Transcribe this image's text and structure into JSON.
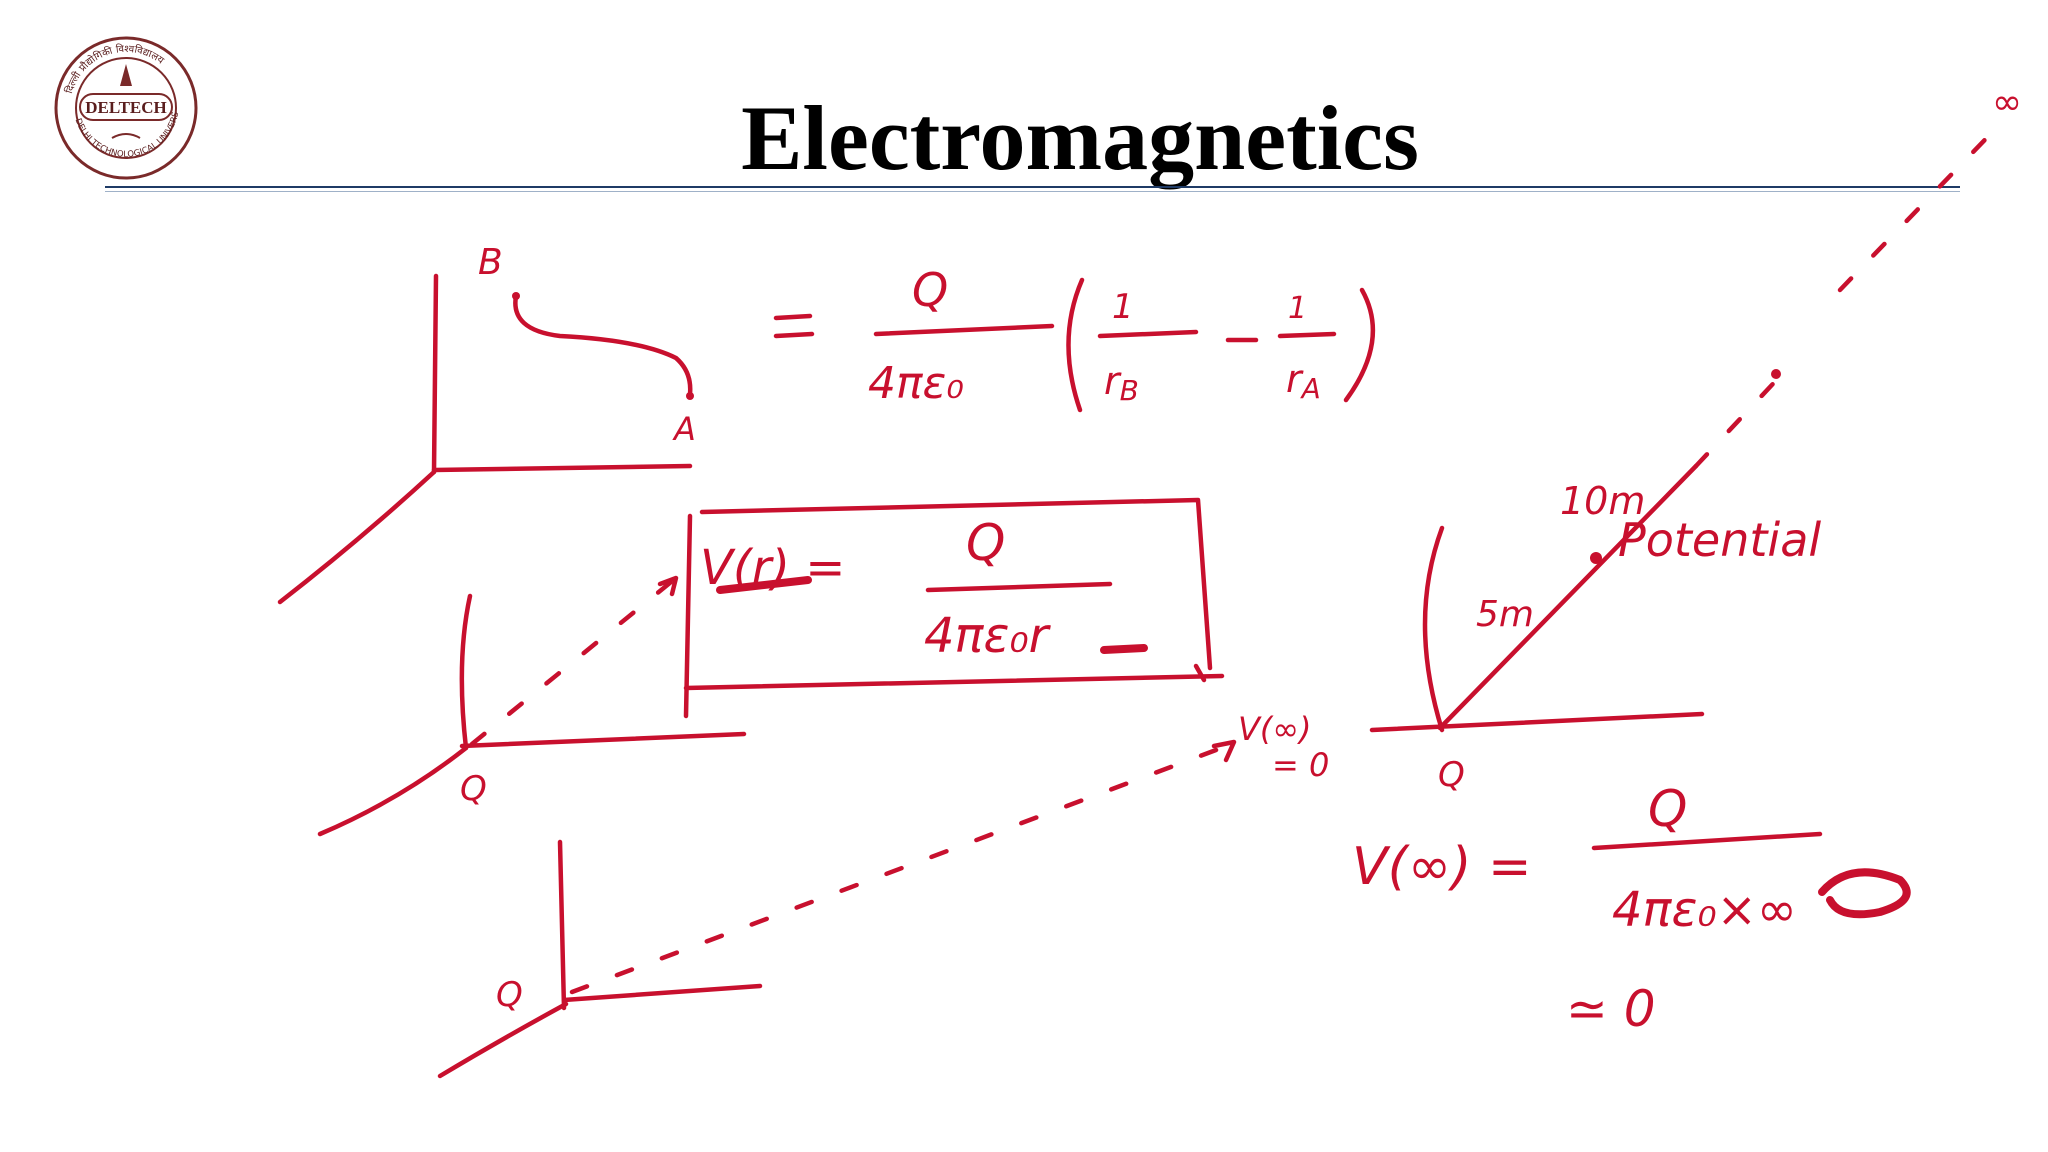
{
  "slide": {
    "title": "Electromagnetics"
  },
  "logo": {
    "text_top": "दिल्ली प्रौद्योगिकी विश्वविद्यालय",
    "text_center": "DELTECH",
    "text_bottom": "DELHI TECHNOLOGICAL UNIVERSITY",
    "colors": {
      "ring": "#7a2a2a",
      "text": "#5a1e1e"
    }
  },
  "annotations": {
    "point_b": "B",
    "point_a": "A",
    "equation_1_rhs": "= Q/4πε₀ (1/r_B − 1/r_A)",
    "equation_1_numerator": "Q",
    "equation_1_denominator": "4πε₀",
    "equation_1_term1": "1/r_B",
    "equation_1_term2": "1/r_A",
    "boxed_lhs": "V(r) =",
    "boxed_numerator": "Q",
    "boxed_denominator": "4πε₀r",
    "charge_label_1": "Q",
    "charge_label_2": "Q",
    "charge_label_3": "Q",
    "v_infinity_label": "V(∞)",
    "v_infinity_value": "= 0",
    "dist_10m": "10m",
    "dist_5m": "5m",
    "potential_label": "Potential",
    "infinity_symbol": "∞",
    "v_inf_eq_lhs": "V(∞) =",
    "v_inf_eq_numerator": "Q",
    "v_inf_eq_denominator": "4πε₀×∞",
    "approx_zero": "≃ 0"
  },
  "colors": {
    "ink": "#c8102e",
    "title": "#000000",
    "rule": "#1f3b66"
  }
}
